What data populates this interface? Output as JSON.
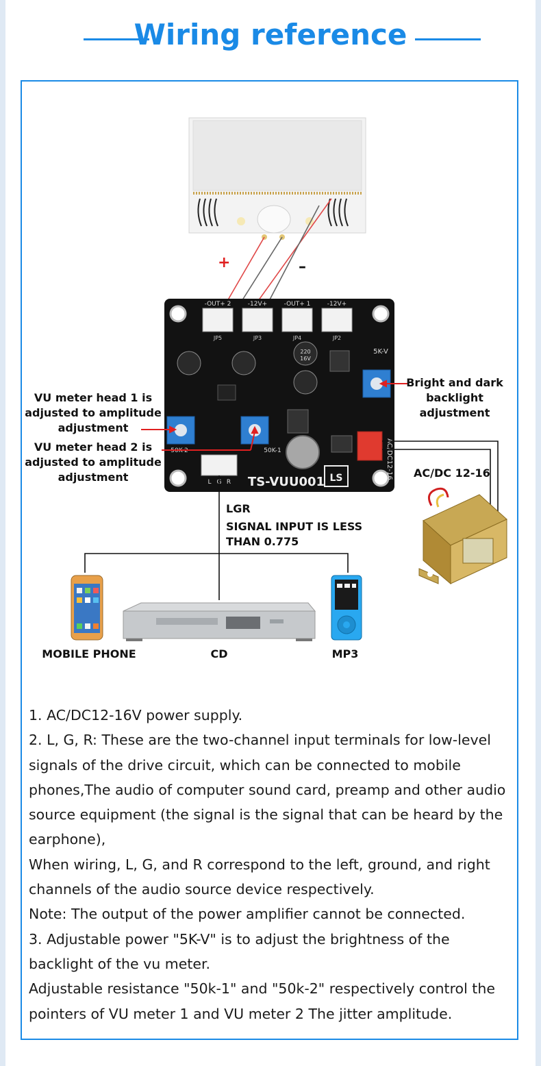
{
  "header": {
    "title": "Wiring reference"
  },
  "board": {
    "silk_name": "TS-VUU001",
    "connectors": [
      "-OUT+ 2",
      "-12V+",
      "-OUT+ 1",
      "-12V+"
    ],
    "connector_refs": [
      "JP5",
      "JP3",
      "JP4",
      "JP2"
    ],
    "pot_5k": "5K-V",
    "pot_50k1": "50K-1",
    "pot_50k2": "50K-2",
    "power_silk": "AC/DC12-16",
    "input_silk": [
      "L",
      "G",
      "R"
    ],
    "cap_labels": [
      "220",
      "16V"
    ],
    "logo": "LS"
  },
  "labels": {
    "plus": "+",
    "minus": "–",
    "vu1": "VU meter head 1 is adjusted to amplitude adjustment",
    "vu2": "VU meter head 2 is adjusted to amplitude adjustment",
    "backlight": "Bright and dark backlight adjustment",
    "acdc": "AC/DC 12-16",
    "lgr": "LGR",
    "signal": "SIGNAL INPUT IS LESS THAN 0.775",
    "phone": "MOBILE PHONE",
    "cd": "CD",
    "mp3": "MP3"
  },
  "notes": [
    "1. AC/DC12-16V power supply.",
    "2. L, G, R: These are the two-channel input terminals for low-level signals of the drive circuit, which can be connected to mobile phones,The audio of computer sound card, preamp and other audio source equipment (the signal is the signal that can be heard by the earphone),",
    "When wiring, L, G, and R correspond to the left, ground, and right channels of the audio source device respectively.",
    "Note: The output of the power amplifier cannot be connected.",
    "3. Adjustable power \"5K-V\" is to adjust the brightness of the backlight of the vu meter.",
    "Adjustable resistance \"50k-1\" and \"50k-2\" respectively control the pointers of VU meter 1 and VU meter 2 The jitter amplitude."
  ],
  "colors": {
    "accent": "#1a8ae6",
    "pcb": "#111111",
    "pot": "#2f7fd1",
    "power_conn": "#e03a2f",
    "arrow": "#e02020"
  }
}
